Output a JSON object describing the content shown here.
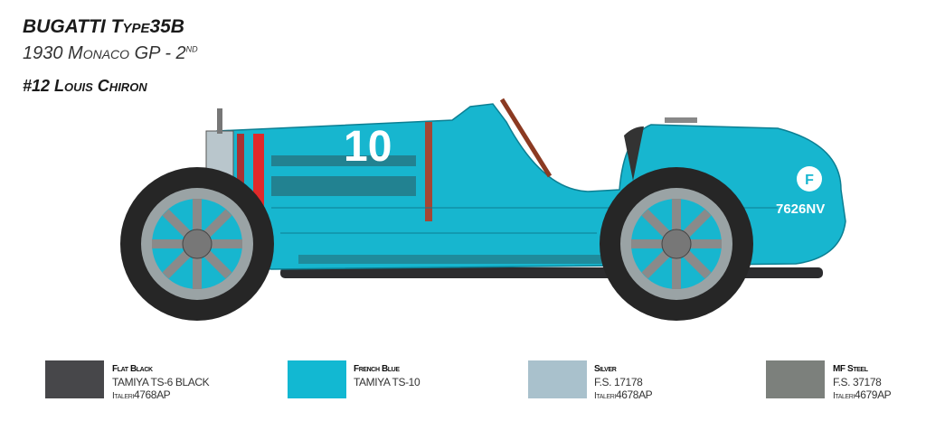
{
  "title": {
    "model": "BUGATTI",
    "type": "Type35B",
    "event": "1930 Monaco GP - 2",
    "event_sup": "ND",
    "driver": "#12 Louis Chiron"
  },
  "car": {
    "race_number": "10",
    "plate": "7626NV",
    "badge": "F"
  },
  "colors": [
    {
      "name": "Flat Black",
      "line1": "TAMIYA TS-6 BLACK",
      "line2_prefix": "Italeri",
      "line2": "4768AP",
      "hex": "#47474a"
    },
    {
      "name": "French Blue",
      "line1": "TAMIYA TS-10",
      "line2_prefix": "",
      "line2": "",
      "hex": "#12b8d2"
    },
    {
      "name": "Silver",
      "line1": "F.S. 17178",
      "line2_prefix": "Italeri",
      "line2": "4678AP",
      "hex": "#a9c1cc"
    },
    {
      "name": "MF Steel",
      "line1": "F.S. 37178",
      "line2_prefix": "Italeri",
      "line2": "4679AP",
      "hex": "#7c807c"
    }
  ]
}
